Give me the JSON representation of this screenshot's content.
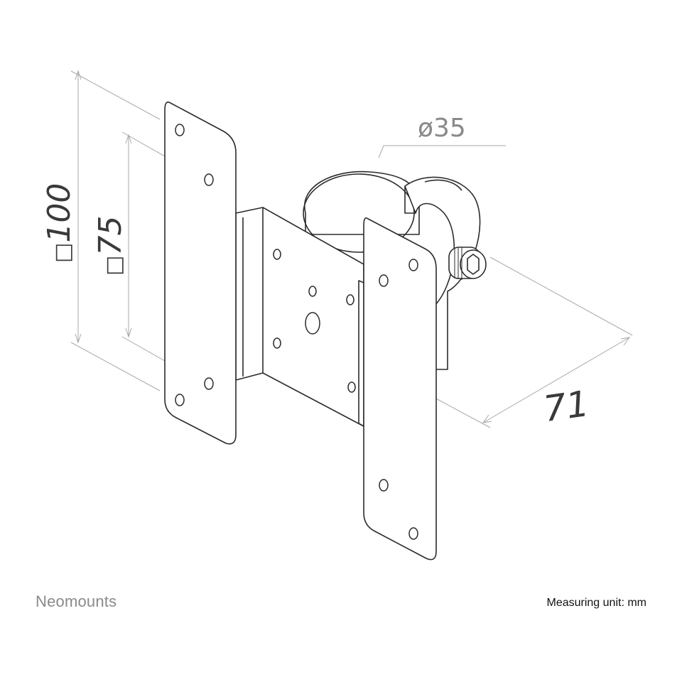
{
  "dimensions": {
    "square_100": "100",
    "square_75": "75",
    "diameter": "35",
    "depth": "71"
  },
  "symbols": {
    "square": "□",
    "diameter": "ø"
  },
  "footer": {
    "brand": "Neomounts",
    "unit_note": "Measuring unit: mm"
  },
  "colors": {
    "line": "#2b2b2b",
    "dim_line": "#9a9a9a",
    "brand": "#8a8a8a"
  }
}
